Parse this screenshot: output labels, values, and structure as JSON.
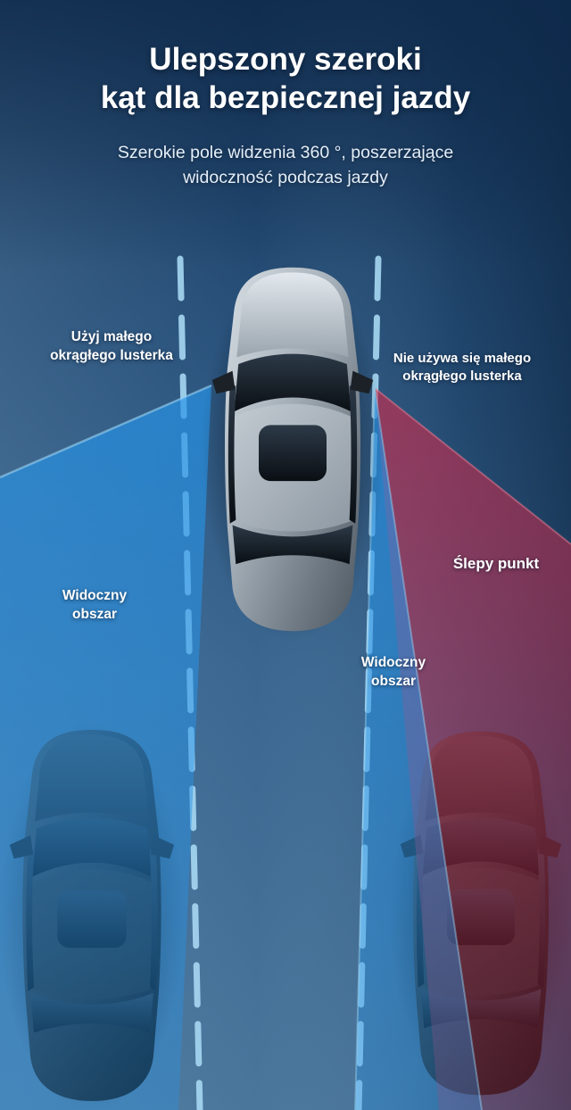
{
  "colors": {
    "background_top": "#18375a",
    "background_bottom": "#4a769c",
    "visible_area_blue": "#2793e6",
    "blind_spot_red": "#d02a4a",
    "lane_marking_blue": "#a6d7f2",
    "text": "#ffffff"
  },
  "header": {
    "title": "Ulepszony szeroki\nkąt dla bezpiecznej jazdy",
    "subtitle": "Szerokie pole widzenia 360 °, poszerzające\nwidoczność podczas jazdy"
  },
  "annotations": {
    "left_mirror": "Użyj małego\nokrągłego lusterka",
    "right_mirror": "Nie używa się małego\nokrągłego lusterka",
    "blind_spot": "Ślepy punkt",
    "visible_area_left": "Widoczny\nobszar",
    "visible_area_right": "Widoczny\nobszar"
  },
  "images": {
    "center_car": "silver-sedan-top-view",
    "rear_left_car": "dark-sedan-top-view",
    "rear_right_car": "dark-sedan-top-view"
  }
}
